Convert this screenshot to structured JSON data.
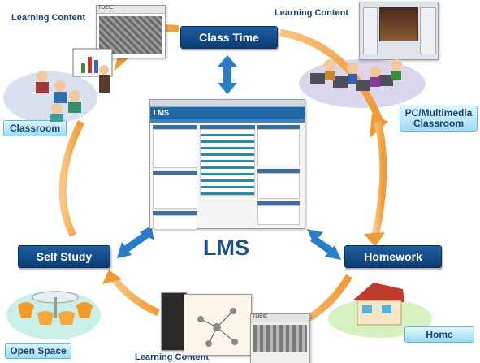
{
  "center_label": "LMS",
  "nodes": {
    "class_time": "Class Time",
    "self_study": "Self Study",
    "homework": "Homework"
  },
  "places": {
    "classroom": "Classroom",
    "pc_multimedia": "PC/Multimedia Classroom",
    "open_space": "Open Space",
    "home": "Home"
  },
  "content_labels": {
    "top_left": "Learning Content",
    "top_right": "Learning Content",
    "bottom": "Learning Content"
  },
  "screens": {
    "lms_logo": "LMS",
    "toeic_left": "TOEIC",
    "toeic_bottom": "TOEIC"
  },
  "colors": {
    "node_navy": "#0c3d73",
    "tag_cyan": "#9fdcf3",
    "cycle_arrow_orange": "#f3a64a",
    "connector_blue": "#2a7cc7"
  }
}
